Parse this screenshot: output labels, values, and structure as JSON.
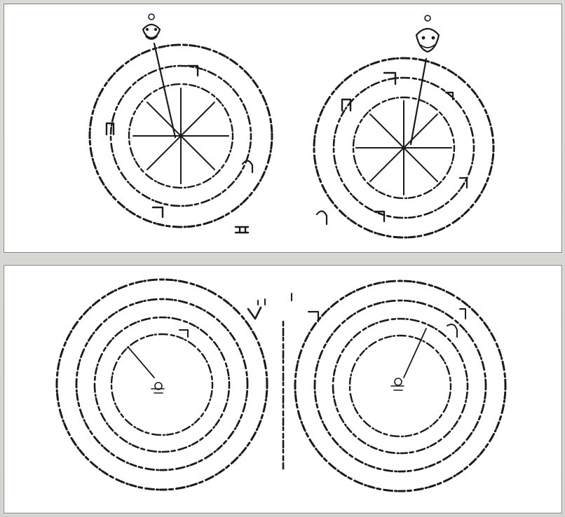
{
  "figure": {
    "description_label": "",
    "plates": [
      {
        "id": "top",
        "diagrams": [
          {
            "id": "left-volvelle",
            "type": "circular-diagram",
            "rings": 3,
            "spokes": 8,
            "has_pointer": true,
            "has_pin_ornament": true
          },
          {
            "id": "right-volvelle",
            "type": "circular-diagram",
            "rings": 3,
            "spokes": 8,
            "has_pointer": true,
            "has_pin_ornament": true
          }
        ]
      },
      {
        "id": "bottom",
        "diagrams": [
          {
            "id": "left-spiral-disc",
            "type": "circular-diagram",
            "rings": 4,
            "spokes": 0,
            "has_pointer": true,
            "has_pin_ornament": false
          },
          {
            "id": "right-spiral-disc",
            "type": "circular-diagram",
            "rings": 4,
            "spokes": 0,
            "has_pointer": true,
            "has_pin_ornament": false
          }
        ]
      }
    ]
  },
  "colors": {
    "ink": "#1a1a1a",
    "paper": "#ffffff",
    "background": "#d6d6d4",
    "frame": "#7a7a7a"
  }
}
